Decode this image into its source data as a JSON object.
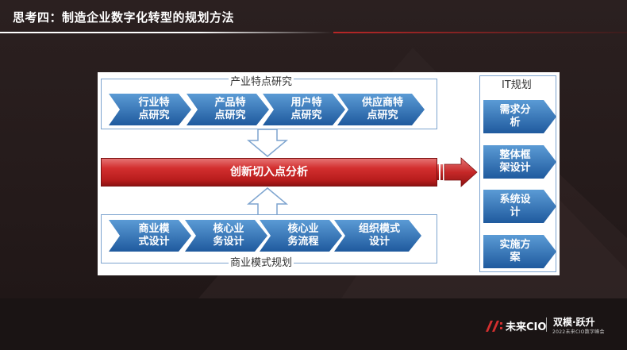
{
  "slide": {
    "title": "思考四：制造企业数字化转型的规划方法"
  },
  "diagram": {
    "industry_frame_label": "产业特点研究",
    "industry_items": [
      {
        "l1": "行业特",
        "l2": "点研究"
      },
      {
        "l1": "产品特",
        "l2": "点研究"
      },
      {
        "l1": "用户特",
        "l2": "点研究"
      },
      {
        "l1": "供应商特",
        "l2": "点研究"
      }
    ],
    "center_bar": "创新切入点分析",
    "business_frame_label": "商业模式规划",
    "business_items": [
      {
        "l1": "商业模",
        "l2": "式设计"
      },
      {
        "l1": "核心业",
        "l2": "务设计"
      },
      {
        "l1": "核心业",
        "l2": "务流程"
      },
      {
        "l1": "组织模式",
        "l2": "设计"
      }
    ],
    "it_frame_label": "IT规划",
    "it_items": [
      {
        "l1": "需求分",
        "l2": "析"
      },
      {
        "l1": "整体框",
        "l2": "架设计"
      },
      {
        "l1": "系统设",
        "l2": "计"
      },
      {
        "l1": "实施方",
        "l2": "案"
      }
    ],
    "colors": {
      "chevron": "#2a6fb3",
      "frame": "#7da4cf",
      "bar": "#c62828"
    }
  },
  "footer": {
    "logo_text": "未来CIO",
    "slogan": "双模·跃升",
    "subline": "2022未来CIO数字峰会"
  }
}
